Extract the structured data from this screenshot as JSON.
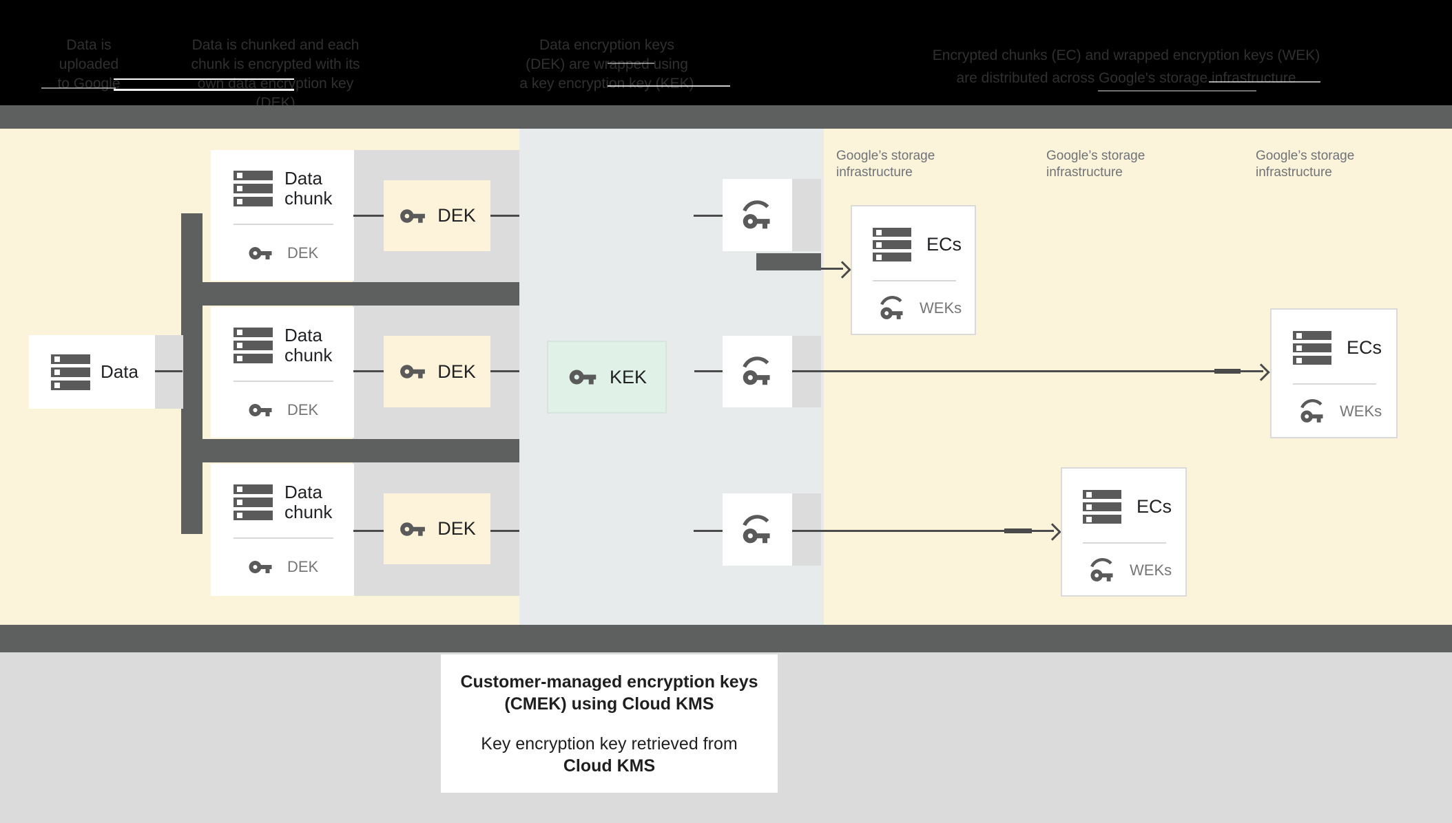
{
  "header": {
    "steps": [
      {
        "lines": [
          "Data is",
          "uploaded",
          "to Google"
        ]
      },
      {
        "lines": [
          "Data is chunked and each",
          "chunk is encrypted with its",
          "own data encryption key (DEK)"
        ]
      },
      {
        "lines": [
          "Data encryption keys",
          "(DEK) are wrapped using",
          "a key encryption key (KEK)"
        ]
      },
      {
        "lines": [
          "Encrypted chunks (EC) and wrapped encryption keys (WEK)",
          "are distributed across Google's storage infrastructure"
        ]
      }
    ]
  },
  "diagram": {
    "data_box": {
      "label": "Data"
    },
    "chunk_boxes": [
      {
        "title_line1": "Data",
        "title_line2": "chunk",
        "key_label": "DEK"
      },
      {
        "title_line1": "Data",
        "title_line2": "chunk",
        "key_label": "DEK"
      },
      {
        "title_line1": "Data",
        "title_line2": "chunk",
        "key_label": "DEK"
      }
    ],
    "dek_boxes": [
      {
        "label": "DEK"
      },
      {
        "label": "DEK"
      },
      {
        "label": "DEK"
      }
    ],
    "kek_box": {
      "label": "KEK"
    },
    "storage_labels": [
      {
        "line1": "Google’s storage",
        "line2": "infrastructure"
      },
      {
        "line1": "Google’s storage",
        "line2": "infrastructure"
      },
      {
        "line1": "Google’s storage",
        "line2": "infrastructure"
      }
    ],
    "ec_boxes": [
      {
        "title": "ECs",
        "key_label": "WEKs"
      },
      {
        "title": "ECs",
        "key_label": "WEKs"
      },
      {
        "title": "ECs",
        "key_label": "WEKs"
      }
    ]
  },
  "caption": {
    "bold_line1": "Customer-managed encryption keys",
    "bold_line2": "(CMEK) using Cloud KMS",
    "line3": "Key encryption key retrieved from",
    "bold_line4": "Cloud KMS"
  },
  "colors": {
    "header_bg": "#000000",
    "header_text": "#303030",
    "dark_bar": "#5e5f5f",
    "cream": "#fbf3da",
    "mid_band": "#e8ebec",
    "light_gray": "#dcdcdd",
    "kek_fill": "#e0f1e8",
    "footer": "#dbdbdb",
    "icon_gray": "#5a5a5a",
    "line": "#4a4a4a",
    "muted_text": "#757575",
    "storage_label_text": "#6f7377"
  }
}
